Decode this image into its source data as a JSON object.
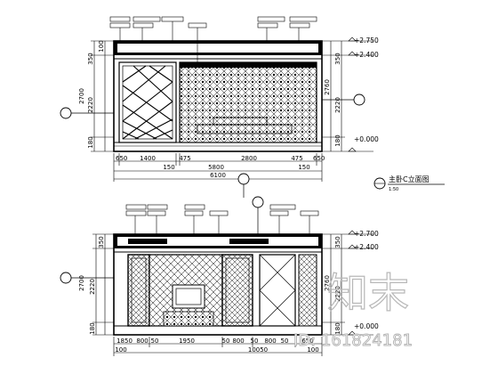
{
  "top_elevation": {
    "levels": [
      "+2.750",
      "+2.400",
      "+0.000"
    ],
    "left_dims": [
      "100",
      "350",
      "2700",
      "2220",
      "180"
    ],
    "right_dims": [
      "350",
      "2760",
      "2220",
      "180"
    ],
    "bottom_dims_row1": [
      "650",
      "1400",
      "475",
      "2800",
      "475",
      "650"
    ],
    "bottom_dims_row2": [
      "150",
      "5800",
      "150"
    ],
    "bottom_total": "6100"
  },
  "title_block": {
    "title": "主卧C立面图",
    "scale": "1:50"
  },
  "bottom_elevation": {
    "levels": [
      "+2.700",
      "+2.400",
      "+0.000"
    ],
    "left_dims": [
      "350",
      "2700",
      "2220",
      "180"
    ],
    "right_dims": [
      "350",
      "2760",
      "2220",
      "180"
    ],
    "bottom_dims_row1": [
      "1850",
      "800",
      "50",
      "1950",
      "50",
      "800",
      "50",
      "800",
      "50",
      "650"
    ],
    "bottom_dims_row2": [
      "100",
      "10050",
      "100"
    ]
  },
  "watermark": {
    "logo_text": "知末",
    "id_text": "ID: 161824181"
  }
}
